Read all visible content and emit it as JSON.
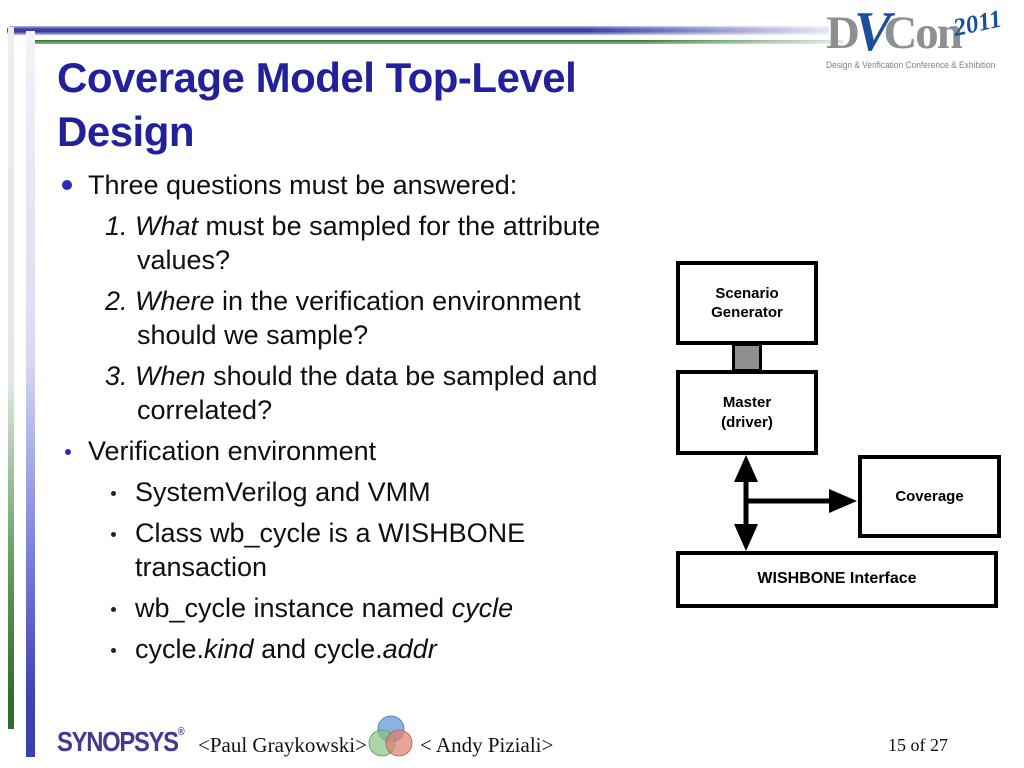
{
  "slide": {
    "title": "Coverage Model Top-Level Design"
  },
  "dvcon_logo": {
    "d": "D",
    "v": "V",
    "con": "Con",
    "year": "2011",
    "tagline": "Design & Verification Conference & Exhibition"
  },
  "bullets": {
    "b1": "Three questions must be answered:",
    "q1_l1_italic": "1. What",
    "q1_l1_rest": " must be sampled for the attribute",
    "q1_l2": "values?",
    "q2_l1_italic": "2. Where",
    "q2_l1_rest": " in the verification environment",
    "q2_l2": "should we sample?",
    "q3_l1_italic": "3. When",
    "q3_l1_rest": " should the data be sampled and",
    "q3_l2": "correlated?",
    "b2": "Verification environment",
    "s1": "SystemVerilog and VMM",
    "s2_l1": "Class wb_cycle is a WISHBONE",
    "s2_l2": "transaction",
    "s3_rest": "wb_cycle instance named ",
    "s3_italic": "cycle",
    "s4_a": "cycle.",
    "s4_b_italic": "kind",
    "s4_c": " and cycle.",
    "s4_d_italic": "addr"
  },
  "diagram": {
    "scenario_l1": "Scenario",
    "scenario_l2": "Generator",
    "master_l1": "Master",
    "master_l2": "(driver)",
    "coverage": "Coverage",
    "wishbone": "WISHBONE Interface"
  },
  "footer": {
    "synopsys": "SYNOPSYS",
    "registered": "®",
    "author1": "<Paul Graykowski>",
    "author2": "< Andy Piziali>",
    "page": "15 of 27"
  },
  "colors": {
    "title_blue": "#22219b",
    "bullet_blue": "#2a2ab8",
    "dvcon_gray": "#8d9093",
    "dvcon_blue": "#1b4f9c",
    "synopsys_purple": "#453a8f",
    "connector_gray": "#8f8f8f",
    "venn_blue": "#6f9ddf",
    "venn_green": "#86c586",
    "venn_red": "#dd7f6f"
  }
}
